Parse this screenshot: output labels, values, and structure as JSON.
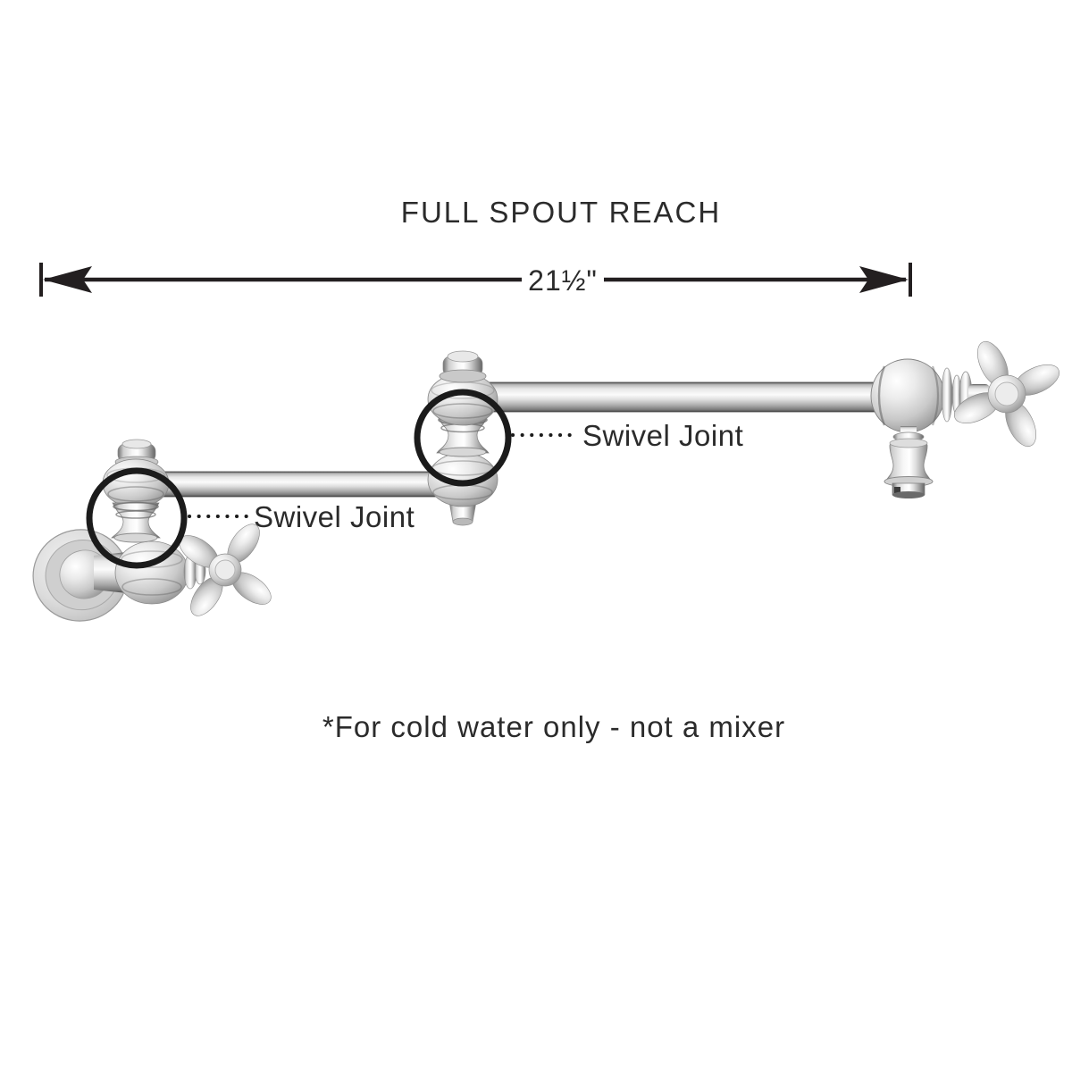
{
  "title": "FULL SPOUT REACH",
  "dimension": {
    "value": "21½\""
  },
  "annotations": {
    "upper": {
      "label": "Swivel Joint"
    },
    "lower": {
      "label": "Swivel Joint"
    }
  },
  "note": "*For cold water only - not a mixer",
  "colors": {
    "background": "#ffffff",
    "text": "#2b2b2b",
    "dimension_line": "#231f20",
    "annotation_circle": "#1b1b1b",
    "chrome_highlight": "#fbfbfb",
    "chrome_mid": "#c9c9c9",
    "chrome_shadow": "#6a6a6a"
  }
}
